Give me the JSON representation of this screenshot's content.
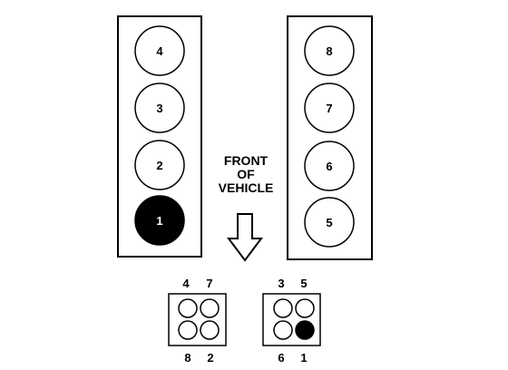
{
  "colors": {
    "background": "#ffffff",
    "stroke": "#000000",
    "highlight": "#000000",
    "highlight_text": "#ffffff"
  },
  "left_bank": {
    "cylinders": [
      {
        "label": "4",
        "highlighted": false
      },
      {
        "label": "3",
        "highlighted": false
      },
      {
        "label": "2",
        "highlighted": false
      },
      {
        "label": "1",
        "highlighted": true
      }
    ]
  },
  "right_bank": {
    "cylinders": [
      {
        "label": "8",
        "highlighted": false
      },
      {
        "label": "7",
        "highlighted": false
      },
      {
        "label": "6",
        "highlighted": false
      },
      {
        "label": "5",
        "highlighted": false
      }
    ]
  },
  "front_label": {
    "line1": "FRONT",
    "line2": "OF",
    "line3": "VEHICLE"
  },
  "arrow": {
    "icon": "arrow-down-outline-icon"
  },
  "coil_pack_left": {
    "top_labels": [
      "4",
      "7"
    ],
    "bottom_labels": [
      "8",
      "2"
    ],
    "terminals": [
      false,
      false,
      false,
      false
    ]
  },
  "coil_pack_right": {
    "top_labels": [
      "3",
      "5"
    ],
    "bottom_labels": [
      "6",
      "1"
    ],
    "terminals": [
      false,
      false,
      false,
      true
    ]
  }
}
